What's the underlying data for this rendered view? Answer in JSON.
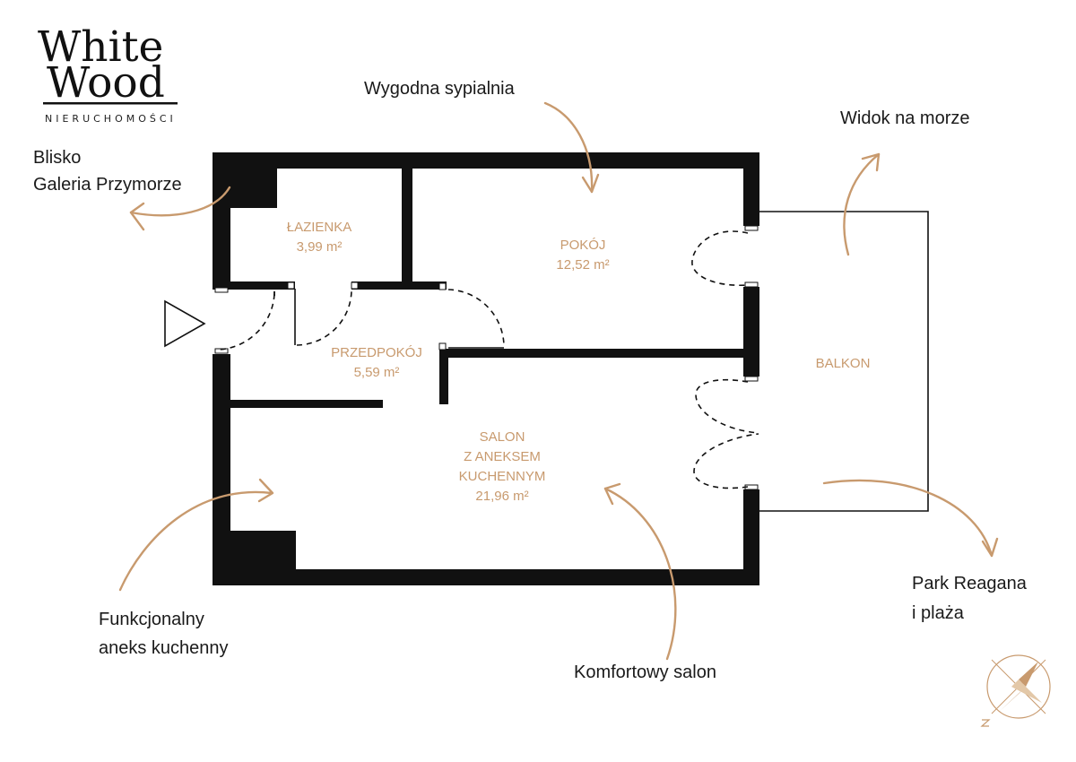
{
  "logo": {
    "line1": "White",
    "line2": "Wood",
    "subtitle": "NIERUCHOMOŚCI"
  },
  "rooms": {
    "lazienka": {
      "name": "ŁAZIENKA",
      "area": "3,99 m²"
    },
    "pokoj": {
      "name": "POKÓJ",
      "area": "12,52 m²"
    },
    "przedpokoj": {
      "name": "PRZEDPOKÓJ",
      "area": "5,59 m²"
    },
    "salon": {
      "name_line1": "SALON",
      "name_line2": "Z ANEKSEM",
      "name_line3": "KUCHENNYM",
      "area": "21,96 m²"
    },
    "balkon": {
      "name": "BALKON"
    }
  },
  "annotations": {
    "galeria": {
      "line1": "Blisko",
      "line2": "Galeria Przymorze"
    },
    "sypialnia": {
      "line1": "Wygodna sypialnia"
    },
    "morze": {
      "line1": "Widok na morze"
    },
    "aneks": {
      "line1": "Funkcjonalny",
      "line2": "aneks kuchenny"
    },
    "salon": {
      "line1": "Komfortowy salon"
    },
    "park": {
      "line1": "Park Reagana",
      "line2": "i plaża"
    }
  },
  "colors": {
    "wall": "#111111",
    "accent": "#c89a6e",
    "text": "#1a1a1a"
  },
  "icons": {
    "entrance": "entrance-triangle-icon",
    "compass": "compass-rose-icon"
  }
}
